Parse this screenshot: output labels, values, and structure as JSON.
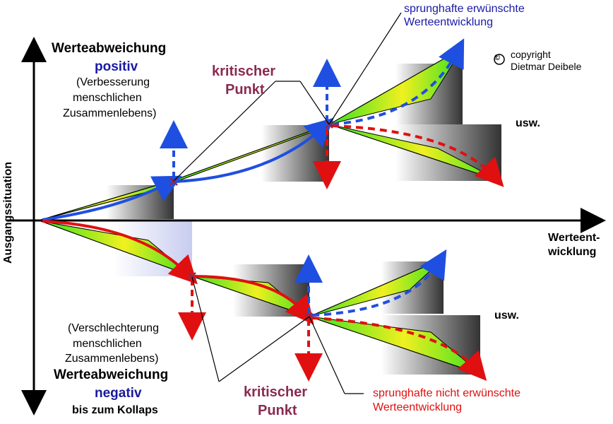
{
  "axes": {
    "y_label": "Ausgangssituation",
    "x_label_line1": "Werteent-",
    "x_label_line2": "wicklung"
  },
  "positive": {
    "title": "Werteabweichung",
    "subtitle": "positiv",
    "desc1": "(Verbesserung",
    "desc2": "menschlichen",
    "desc3": "Zusammenlebens)"
  },
  "negative": {
    "desc1": "(Verschlechterung",
    "desc2": "menschlichen",
    "desc3": "Zusammenlebens)",
    "title": "Werteabweichung",
    "subtitle": "negativ",
    "extra": "bis zum Kollaps"
  },
  "critical_top": {
    "line1": "kritischer",
    "line2": "Punkt"
  },
  "critical_bottom": {
    "line1": "kritischer",
    "line2": "Punkt"
  },
  "note_desired": {
    "line1": "sprunghafte erwünschte",
    "line2": "Werteentwicklung"
  },
  "note_undesired": {
    "line1": "sprunghafte nicht erwünschte",
    "line2": "Werteentwicklung"
  },
  "usw_top": "usw.",
  "usw_bottom": "usw.",
  "copyright": {
    "symbol": "©",
    "line1": "copyright",
    "line2": "Dietmar Deibele"
  },
  "colors": {
    "blue_curve": "#1f4fe0",
    "red_curve": "#e01010",
    "marker": "#8a2a50",
    "fill_green": "#44ee22",
    "fill_yellow": "#eef020"
  }
}
